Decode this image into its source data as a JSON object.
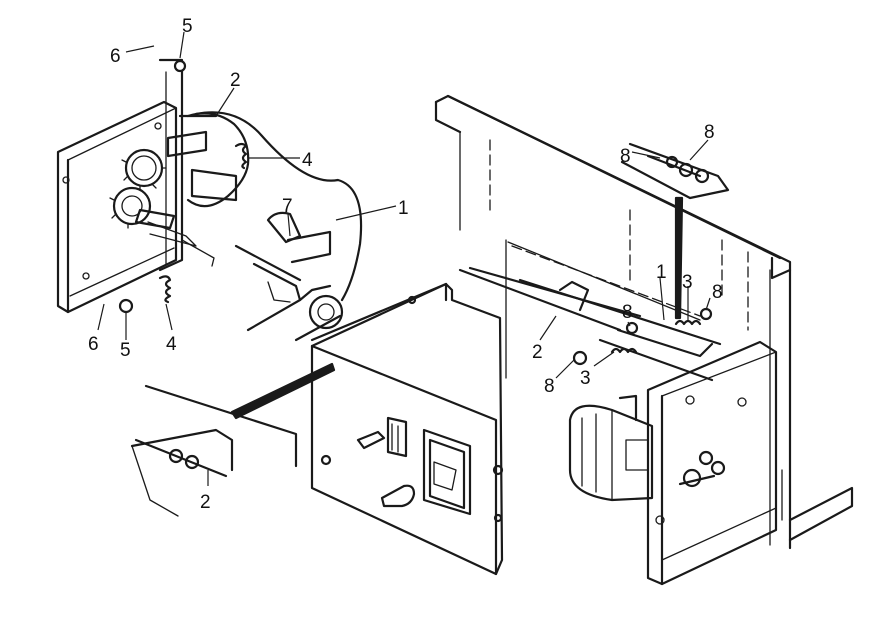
{
  "diagram": {
    "callouts": [
      {
        "id": "c5a",
        "text": "5"
      },
      {
        "id": "c6a",
        "text": "6"
      },
      {
        "id": "c2a",
        "text": "2"
      },
      {
        "id": "c4a",
        "text": "4"
      },
      {
        "id": "c1a",
        "text": "1"
      },
      {
        "id": "c7a",
        "text": "7"
      },
      {
        "id": "c6b",
        "text": "6"
      },
      {
        "id": "c5b",
        "text": "5"
      },
      {
        "id": "c4b",
        "text": "4"
      },
      {
        "id": "c8a",
        "text": "8"
      },
      {
        "id": "c8b",
        "text": "8"
      },
      {
        "id": "c1b",
        "text": "1"
      },
      {
        "id": "c3a",
        "text": "3"
      },
      {
        "id": "c8c",
        "text": "8"
      },
      {
        "id": "c8d",
        "text": "8"
      },
      {
        "id": "c2b",
        "text": "2"
      },
      {
        "id": "c8e",
        "text": "8"
      },
      {
        "id": "c3b",
        "text": "3"
      },
      {
        "id": "c2c",
        "text": "2"
      }
    ]
  }
}
